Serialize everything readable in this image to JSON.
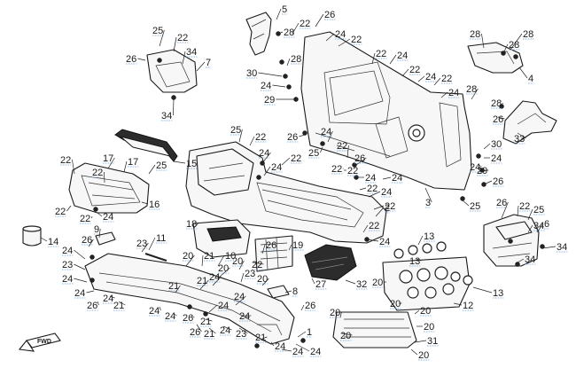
{
  "diagram": {
    "front_arrow_text": "FWD",
    "callouts": [
      {
        "id": "c1",
        "text": "5"
      },
      {
        "id": "c2",
        "text": "26"
      },
      {
        "id": "c3",
        "text": "22"
      },
      {
        "id": "c4",
        "text": "28"
      },
      {
        "id": "c5",
        "text": "24"
      },
      {
        "id": "c6",
        "text": "22"
      },
      {
        "id": "c7",
        "text": "28"
      },
      {
        "id": "c8",
        "text": "28"
      },
      {
        "id": "c9",
        "text": "28"
      },
      {
        "id": "c10",
        "text": "25"
      },
      {
        "id": "c11",
        "text": "22"
      },
      {
        "id": "c12",
        "text": "26"
      },
      {
        "id": "c13",
        "text": "34"
      },
      {
        "id": "c14",
        "text": "7"
      },
      {
        "id": "c15",
        "text": "34"
      },
      {
        "id": "c16",
        "text": "28"
      },
      {
        "id": "c17",
        "text": "30"
      },
      {
        "id": "c18",
        "text": "24"
      },
      {
        "id": "c19",
        "text": "29"
      },
      {
        "id": "c20",
        "text": "22"
      },
      {
        "id": "c21",
        "text": "24"
      },
      {
        "id": "c22",
        "text": "22"
      },
      {
        "id": "c23",
        "text": "24"
      },
      {
        "id": "c24",
        "text": "22"
      },
      {
        "id": "c25",
        "text": "24"
      },
      {
        "id": "c26",
        "text": "28"
      },
      {
        "id": "c27",
        "text": "4"
      },
      {
        "id": "c28",
        "text": "28"
      },
      {
        "id": "c29",
        "text": "26"
      },
      {
        "id": "c30",
        "text": "33"
      },
      {
        "id": "c31",
        "text": "30"
      },
      {
        "id": "c32",
        "text": "24"
      },
      {
        "id": "c33",
        "text": "24"
      },
      {
        "id": "c34",
        "text": "29"
      },
      {
        "id": "c35",
        "text": "26"
      },
      {
        "id": "c36",
        "text": "25"
      },
      {
        "id": "c37",
        "text": "26"
      },
      {
        "id": "c38",
        "text": "25"
      },
      {
        "id": "c39",
        "text": "22"
      },
      {
        "id": "c40",
        "text": "22"
      },
      {
        "id": "c41",
        "text": "24"
      },
      {
        "id": "c42",
        "text": "24"
      },
      {
        "id": "c43",
        "text": "22"
      },
      {
        "id": "c44",
        "text": "24"
      },
      {
        "id": "c45",
        "text": "22"
      },
      {
        "id": "c46",
        "text": "22"
      },
      {
        "id": "c47",
        "text": "24"
      },
      {
        "id": "c48",
        "text": "26"
      },
      {
        "id": "c49",
        "text": "24"
      },
      {
        "id": "c50",
        "text": "22"
      },
      {
        "id": "c51",
        "text": "2"
      },
      {
        "id": "c52",
        "text": "3"
      },
      {
        "id": "c53",
        "text": "25"
      },
      {
        "id": "c54",
        "text": "22"
      },
      {
        "id": "c55",
        "text": "24"
      },
      {
        "id": "c56",
        "text": "22"
      },
      {
        "id": "c57",
        "text": "24"
      },
      {
        "id": "c58",
        "text": "15"
      },
      {
        "id": "c59",
        "text": "17"
      },
      {
        "id": "c60",
        "text": "17"
      },
      {
        "id": "c61",
        "text": "25"
      },
      {
        "id": "c62",
        "text": "22"
      },
      {
        "id": "c63",
        "text": "22"
      },
      {
        "id": "c64",
        "text": "22"
      },
      {
        "id": "c65",
        "text": "16"
      },
      {
        "id": "c66",
        "text": "22"
      },
      {
        "id": "c67",
        "text": "24"
      },
      {
        "id": "c68",
        "text": "18"
      },
      {
        "id": "c69",
        "text": "14"
      },
      {
        "id": "c70",
        "text": "9"
      },
      {
        "id": "c71",
        "text": "26"
      },
      {
        "id": "c72",
        "text": "23"
      },
      {
        "id": "c73",
        "text": "11"
      },
      {
        "id": "c74",
        "text": "24"
      },
      {
        "id": "c75",
        "text": "23"
      },
      {
        "id": "c76",
        "text": "24"
      },
      {
        "id": "c77",
        "text": "24"
      },
      {
        "id": "c78",
        "text": "26"
      },
      {
        "id": "c79",
        "text": "24"
      },
      {
        "id": "c80",
        "text": "21"
      },
      {
        "id": "c81",
        "text": "20"
      },
      {
        "id": "c82",
        "text": "21"
      },
      {
        "id": "c83",
        "text": "10"
      },
      {
        "id": "c84",
        "text": "20"
      },
      {
        "id": "c85",
        "text": "19"
      },
      {
        "id": "c86",
        "text": "23"
      },
      {
        "id": "c87",
        "text": "20"
      },
      {
        "id": "c88",
        "text": "26"
      },
      {
        "id": "c89",
        "text": "22"
      },
      {
        "id": "c90",
        "text": "20"
      },
      {
        "id": "c91",
        "text": "24"
      },
      {
        "id": "c92",
        "text": "21"
      },
      {
        "id": "c93",
        "text": "8"
      },
      {
        "id": "c94",
        "text": "24"
      },
      {
        "id": "c95",
        "text": "24"
      },
      {
        "id": "c96",
        "text": "21"
      },
      {
        "id": "c97",
        "text": "26"
      },
      {
        "id": "c98",
        "text": "21"
      },
      {
        "id": "c99",
        "text": "24"
      },
      {
        "id": "c100",
        "text": "23"
      },
      {
        "id": "c101",
        "text": "26"
      },
      {
        "id": "c102",
        "text": "1"
      },
      {
        "id": "c103",
        "text": "21"
      },
      {
        "id": "c104",
        "text": "24"
      },
      {
        "id": "c105",
        "text": "24"
      },
      {
        "id": "c106",
        "text": "27"
      },
      {
        "id": "c107",
        "text": "32"
      },
      {
        "id": "c108",
        "text": "13"
      },
      {
        "id": "c109",
        "text": "13"
      },
      {
        "id": "c110",
        "text": "20"
      },
      {
        "id": "c111",
        "text": "20"
      },
      {
        "id": "c112",
        "text": "13"
      },
      {
        "id": "c113",
        "text": "12"
      },
      {
        "id": "c114",
        "text": "20"
      },
      {
        "id": "c115",
        "text": "20"
      },
      {
        "id": "c116",
        "text": "20"
      },
      {
        "id": "c117",
        "text": "20"
      },
      {
        "id": "c118",
        "text": "31"
      },
      {
        "id": "c119",
        "text": "20"
      },
      {
        "id": "c120",
        "text": "26"
      },
      {
        "id": "c121",
        "text": "22"
      },
      {
        "id": "c122",
        "text": "25"
      },
      {
        "id": "c123",
        "text": "34"
      },
      {
        "id": "c124",
        "text": "6"
      },
      {
        "id": "c125",
        "text": "34"
      },
      {
        "id": "c126",
        "text": "34"
      },
      {
        "id": "c127",
        "text": "24"
      },
      {
        "id": "c128",
        "text": "24"
      },
      {
        "id": "c129",
        "text": "26"
      },
      {
        "id": "c130",
        "text": "21"
      },
      {
        "id": "c131",
        "text": "24"
      },
      {
        "id": "c132",
        "text": "24"
      }
    ]
  }
}
